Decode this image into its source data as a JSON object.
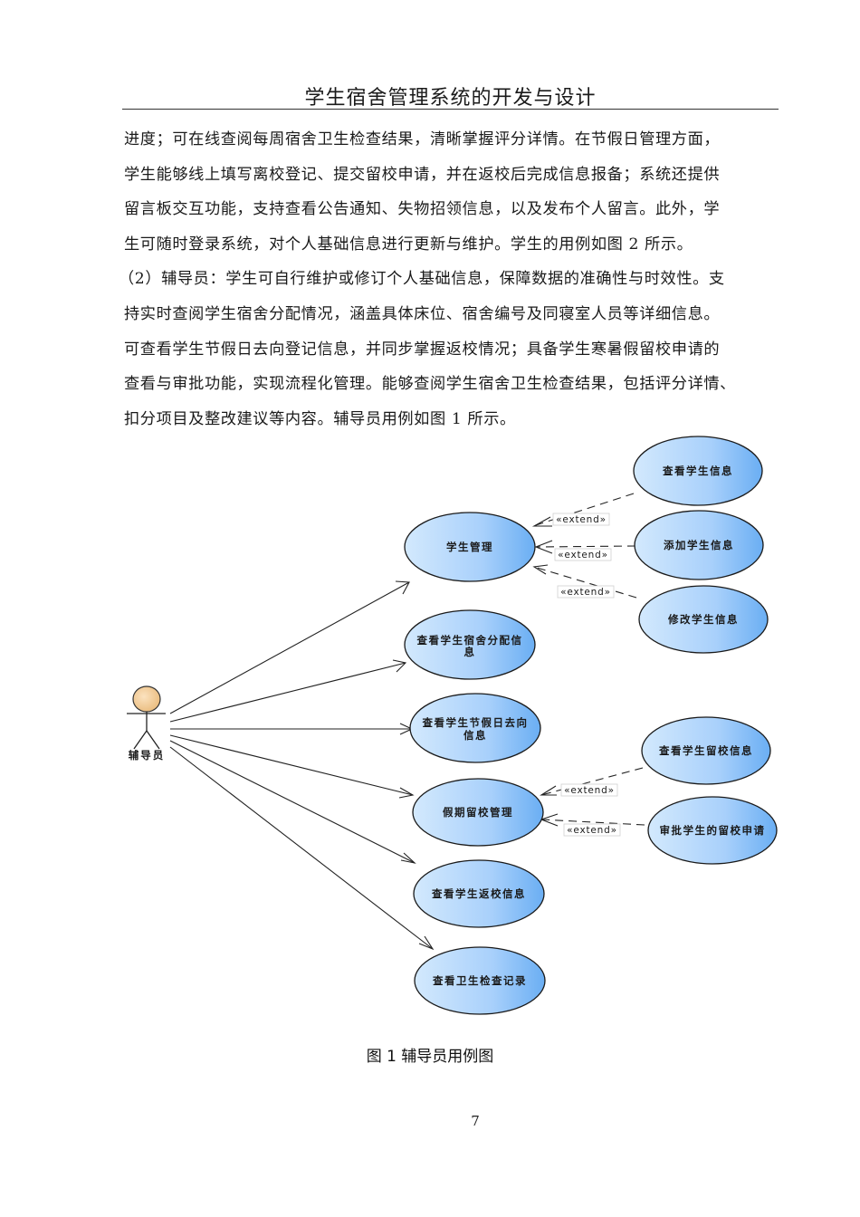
{
  "header": {
    "title": "学生宿舍管理系统的开发与设计"
  },
  "body": {
    "lines": [
      "进度；可在线查阅每周宿舍卫生检查结果，清晰掌握评分详情。在节假日管理方面，",
      "学生能够线上填写离校登记、提交留校申请，并在返校后完成信息报备；系统还提供",
      "留言板交互功能，支持查看公告通知、失物招领信息，以及发布个人留言。此外，学",
      "生可随时登录系统，对个人基础信息进行更新与维护。学生的用例如图 2 所示。",
      "（2）辅导员：学生可自行维护或修订个人基础信息，保障数据的准确性与时效性。支",
      "持实时查阅学生宿舍分配情况，涵盖具体床位、宿舍编号及同寝室人员等详细信息。",
      "可查看学生节假日去向登记信息，并同步掌握返校情况；具备学生寒暑假留校申请的",
      "查看与审批功能，实现流程化管理。能够查阅学生宿舍卫生检查结果，包括评分详情、",
      "扣分项目及整改建议等内容。辅导员用例如图 1 所示。"
    ]
  },
  "diagram": {
    "type": "uml-use-case",
    "actor": {
      "label": "辅导员"
    },
    "colors": {
      "ellipse_fill_light": "#cfe6fd",
      "ellipse_fill_dark": "#6fb0f3",
      "ellipse_stroke": "#1a1a1a",
      "actor_head": "#f3c98f",
      "line": "#222222"
    },
    "use_cases": [
      {
        "id": "uc1",
        "line1": "学生管理",
        "line2": ""
      },
      {
        "id": "uc2",
        "line1": "查看学生宿舍分配信",
        "line2": "息"
      },
      {
        "id": "uc3",
        "line1": "查看学生节假日去向",
        "line2": "信息"
      },
      {
        "id": "uc4",
        "line1": "假期留校管理",
        "line2": ""
      },
      {
        "id": "uc5",
        "line1": "查看学生返校信息",
        "line2": ""
      },
      {
        "id": "uc6",
        "line1": "查看卫生检查记录",
        "line2": ""
      },
      {
        "id": "uc7",
        "line1": "查看学生信息",
        "line2": ""
      },
      {
        "id": "uc8",
        "line1": "添加学生信息",
        "line2": ""
      },
      {
        "id": "uc9",
        "line1": "修改学生信息",
        "line2": ""
      },
      {
        "id": "uc10",
        "line1": "查看学生留校信息",
        "line2": ""
      },
      {
        "id": "uc11",
        "line1": "审批学生的留校申请",
        "line2": ""
      }
    ],
    "extend_label": "«extend»",
    "extends": [
      {
        "from": "查看学生信息",
        "to": "学生管理",
        "label": "«extend»"
      },
      {
        "from": "添加学生信息",
        "to": "学生管理",
        "label": "«extend»"
      },
      {
        "from": "修改学生信息",
        "to": "学生管理",
        "label": "«extend»"
      },
      {
        "from": "查看学生留校信息",
        "to": "假期留校管理",
        "label": "«extend»"
      },
      {
        "from": "审批学生的留校申请",
        "to": "假期留校管理",
        "label": "«extend»"
      }
    ],
    "associations": [
      "学生管理",
      "查看学生宿舍分配信息",
      "查看学生节假日去向信息",
      "假期留校管理",
      "查看学生返校信息",
      "查看卫生检查记录"
    ]
  },
  "caption": "图 1 辅导员用例图",
  "page_number": "7"
}
